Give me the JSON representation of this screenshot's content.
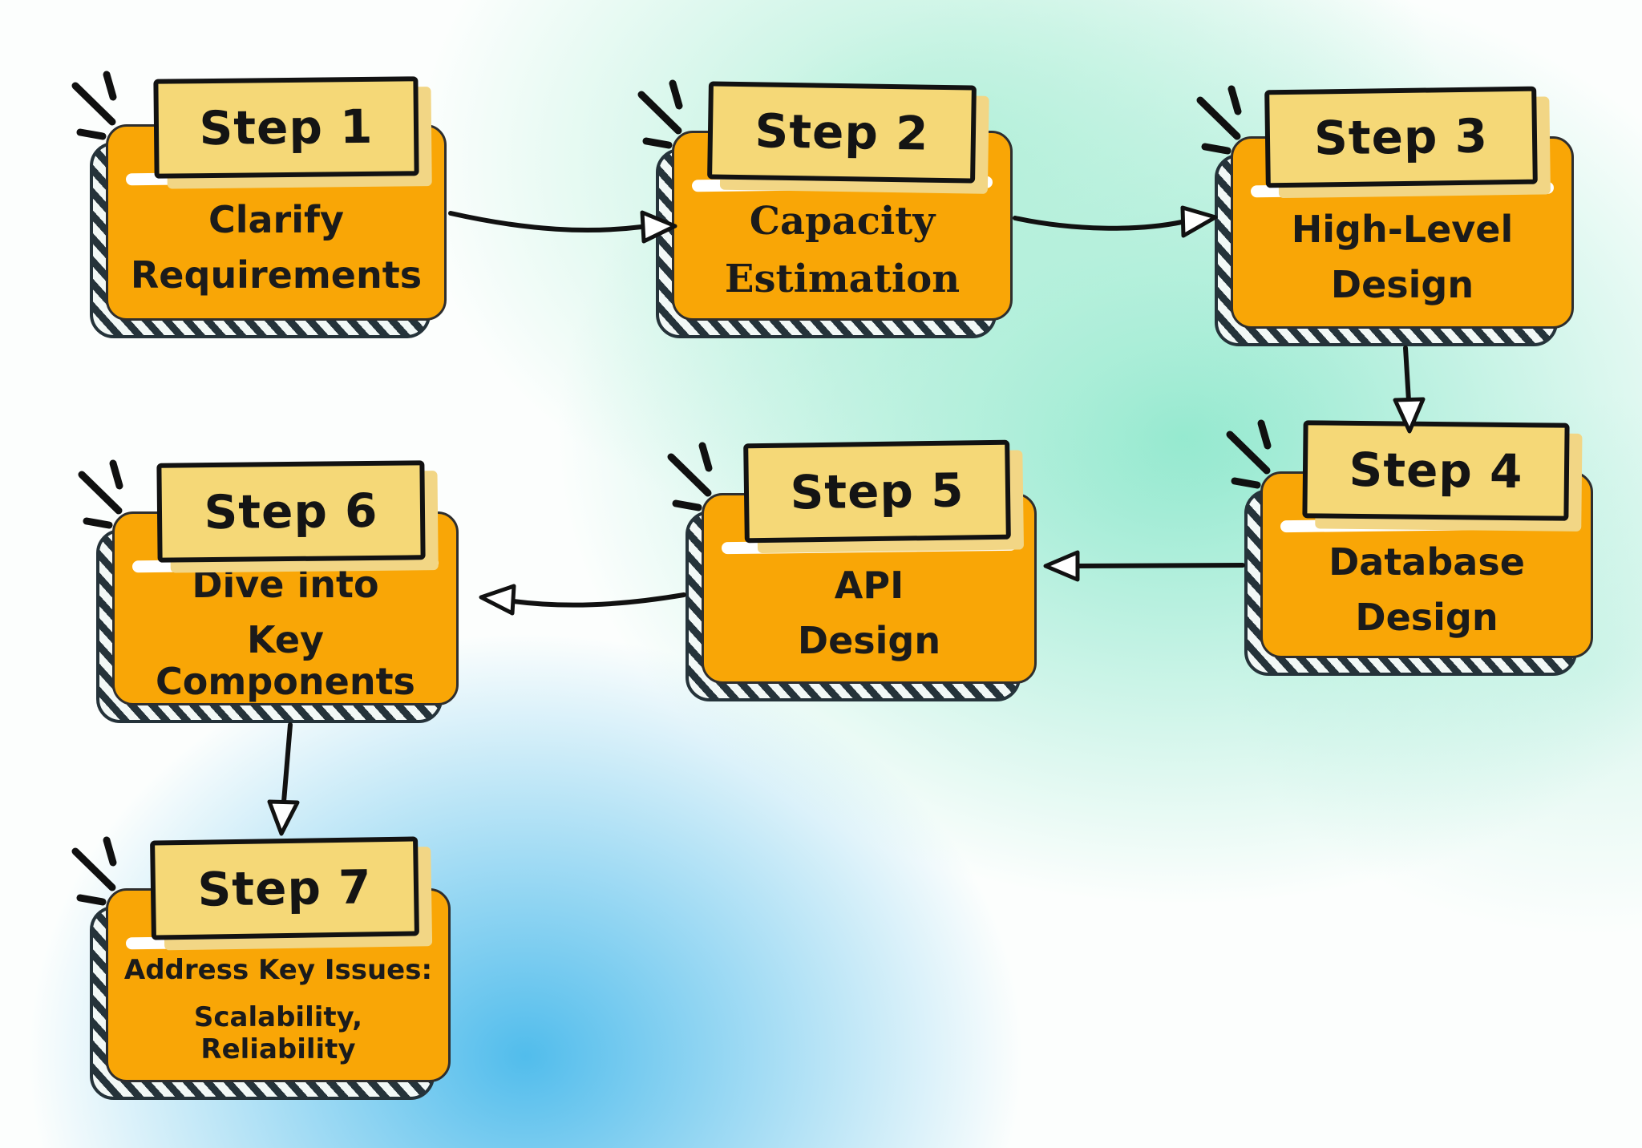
{
  "steps": [
    {
      "label": "Step 1",
      "lines": [
        "Clarify",
        "Requirements"
      ]
    },
    {
      "label": "Step 2",
      "lines": [
        "Capacity",
        "Estimation"
      ]
    },
    {
      "label": "Step 3",
      "lines": [
        "High-Level",
        "Design"
      ]
    },
    {
      "label": "Step 4",
      "lines": [
        "Database",
        "Design"
      ]
    },
    {
      "label": "Step 5",
      "lines": [
        "API",
        "Design"
      ]
    },
    {
      "label": "Step 6",
      "lines": [
        "Dive into",
        "Key Components"
      ]
    },
    {
      "label": "Step 7",
      "lines": [
        "Address Key Issues:",
        "Scalability, Reliability"
      ]
    }
  ],
  "edges": [
    {
      "from": "Step 1",
      "to": "Step 2"
    },
    {
      "from": "Step 2",
      "to": "Step 3"
    },
    {
      "from": "Step 3",
      "to": "Step 4"
    },
    {
      "from": "Step 4",
      "to": "Step 5"
    },
    {
      "from": "Step 5",
      "to": "Step 6"
    },
    {
      "from": "Step 6",
      "to": "Step 7"
    }
  ],
  "icons": {
    "sparkle": "three radiating accent dashes at top-left of each step box",
    "arrowhead": "hollow white triangle with black outline"
  },
  "colors": {
    "card_orange": "#F9A606",
    "tab_yellow": "#F5D877",
    "tab_shadow_yellow": "#F2D685",
    "outline_black": "#121212",
    "hatch_dark": "#25333A",
    "text": "#1B1B1B",
    "bg_mint": "#86E6C9",
    "bg_blue": "#48B9EB",
    "bg_white": "#FCFEFD"
  }
}
